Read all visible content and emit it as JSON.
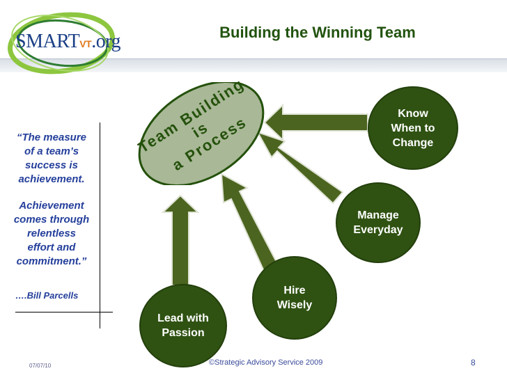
{
  "header": {
    "logo_main": "SMART",
    "logo_sub": "VT",
    "logo_suffix": ".org",
    "title": "Building the Winning Team"
  },
  "quote": {
    "lines_1": [
      "“The measure",
      "of a team’s",
      "success is",
      "achievement."
    ],
    "lines_2": [
      "Achievement",
      "comes through",
      "relentless",
      "effort and",
      "commitment.”"
    ],
    "attribution": "….Bill Parcells"
  },
  "process": {
    "line1": "Team Building is",
    "line2": "a Process"
  },
  "steps": {
    "know": "Know\nWhen to\nChange",
    "manage": "Manage\nEveryday",
    "hire": "Hire\nWisely",
    "lead": "Lead with\nPassion"
  },
  "footer": {
    "copyright": "©Strategic Advisory Service 2009",
    "date": "07/07/10",
    "page": "8"
  },
  "colors": {
    "title": "#22530f",
    "quote": "#243f9b",
    "circle": "#2f5212",
    "ellipse": "#a9b896",
    "arrow": "#4b641f"
  }
}
